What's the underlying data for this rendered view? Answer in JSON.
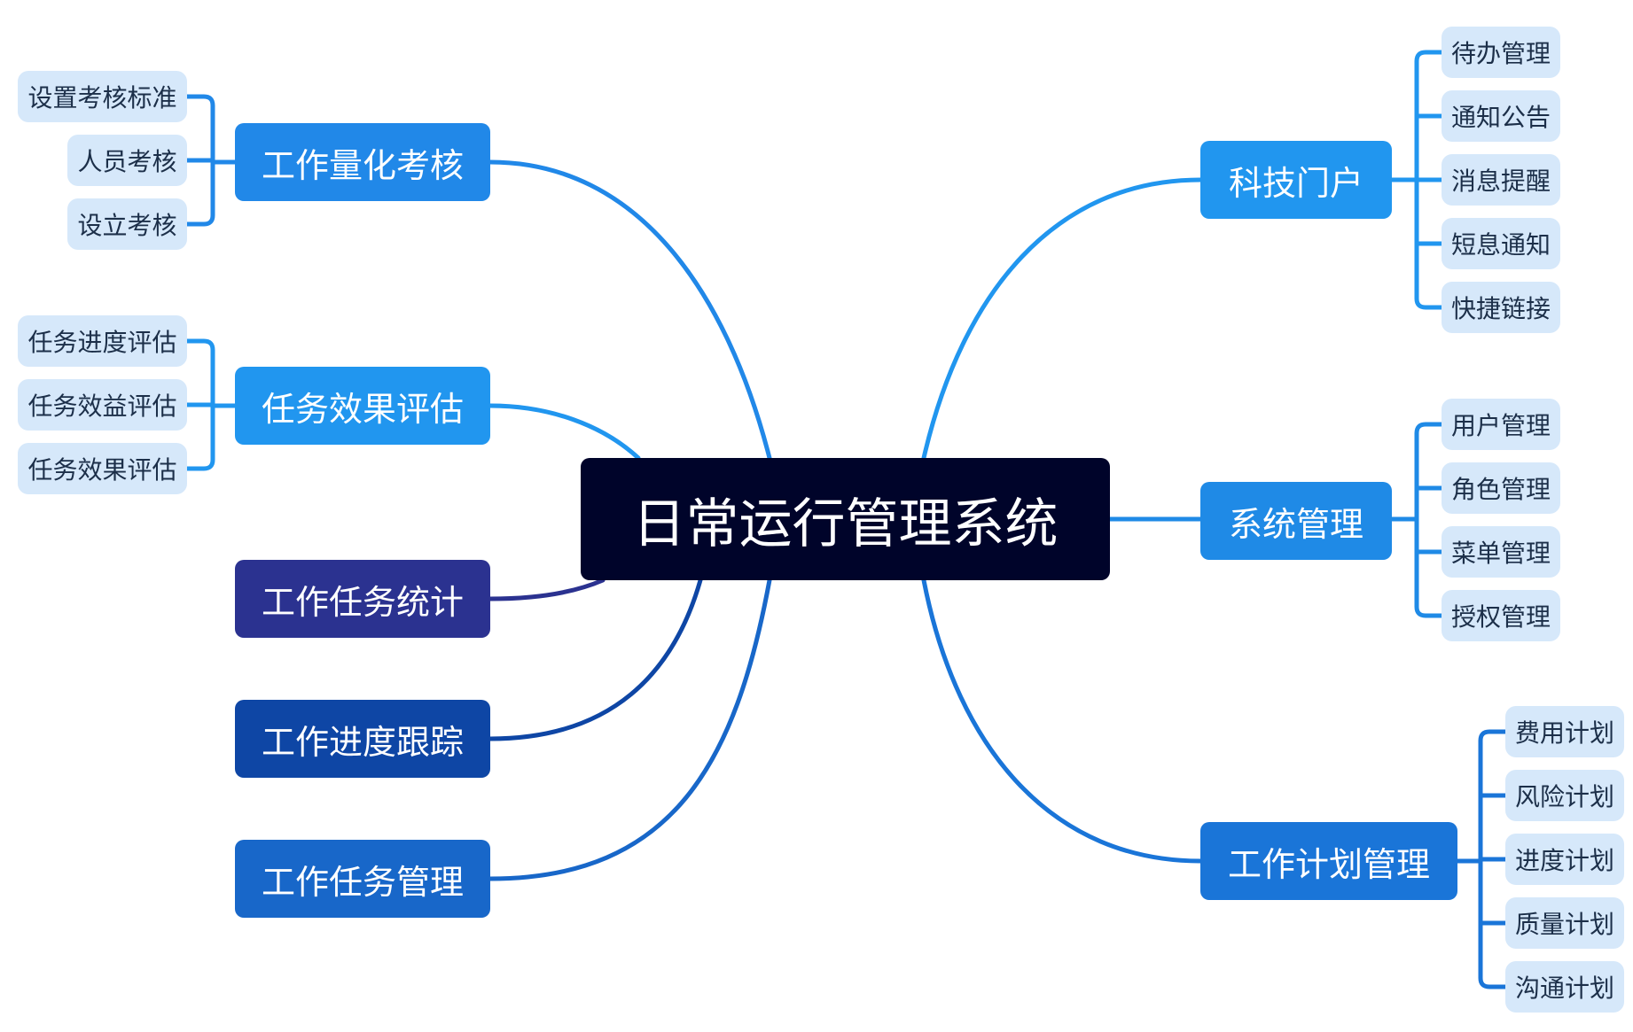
{
  "root": {
    "label": "日常运行管理系统",
    "color": "#00042a"
  },
  "colors": {
    "leaf_background": "#d6e8fa",
    "leaf_text": "#1c2f49",
    "light_blue": "#2196ef",
    "mid_blue": "#1a75d8",
    "dark_indigo": "#2b3290",
    "deep_blue": "#0e46a5"
  },
  "left_branches": [
    {
      "label": "工作量化考核",
      "color": "#2188e8",
      "children": [
        "设置考核标准",
        "人员考核",
        "设立考核"
      ]
    },
    {
      "label": "任务效果评估",
      "color": "#2196ef",
      "children": [
        "任务进度评估",
        "任务效益评估",
        "任务效果评估"
      ]
    },
    {
      "label": "工作任务统计",
      "color": "#2b3290",
      "children": []
    },
    {
      "label": "工作进度跟踪",
      "color": "#0e46a5",
      "children": []
    },
    {
      "label": "工作任务管理",
      "color": "#1867c9",
      "children": []
    }
  ],
  "right_branches": [
    {
      "label": "科技门户",
      "color": "#2196ef",
      "children": [
        "待办管理",
        "通知公告",
        "消息提醒",
        "短息通知",
        "快捷链接"
      ]
    },
    {
      "label": "系统管理",
      "color": "#1f8ae6",
      "children": [
        "用户管理",
        "角色管理",
        "菜单管理",
        "授权管理"
      ]
    },
    {
      "label": "工作计划管理",
      "color": "#1a75d8",
      "children": [
        "费用计划",
        "风险计划",
        "进度计划",
        "质量计划",
        "沟通计划"
      ]
    }
  ]
}
